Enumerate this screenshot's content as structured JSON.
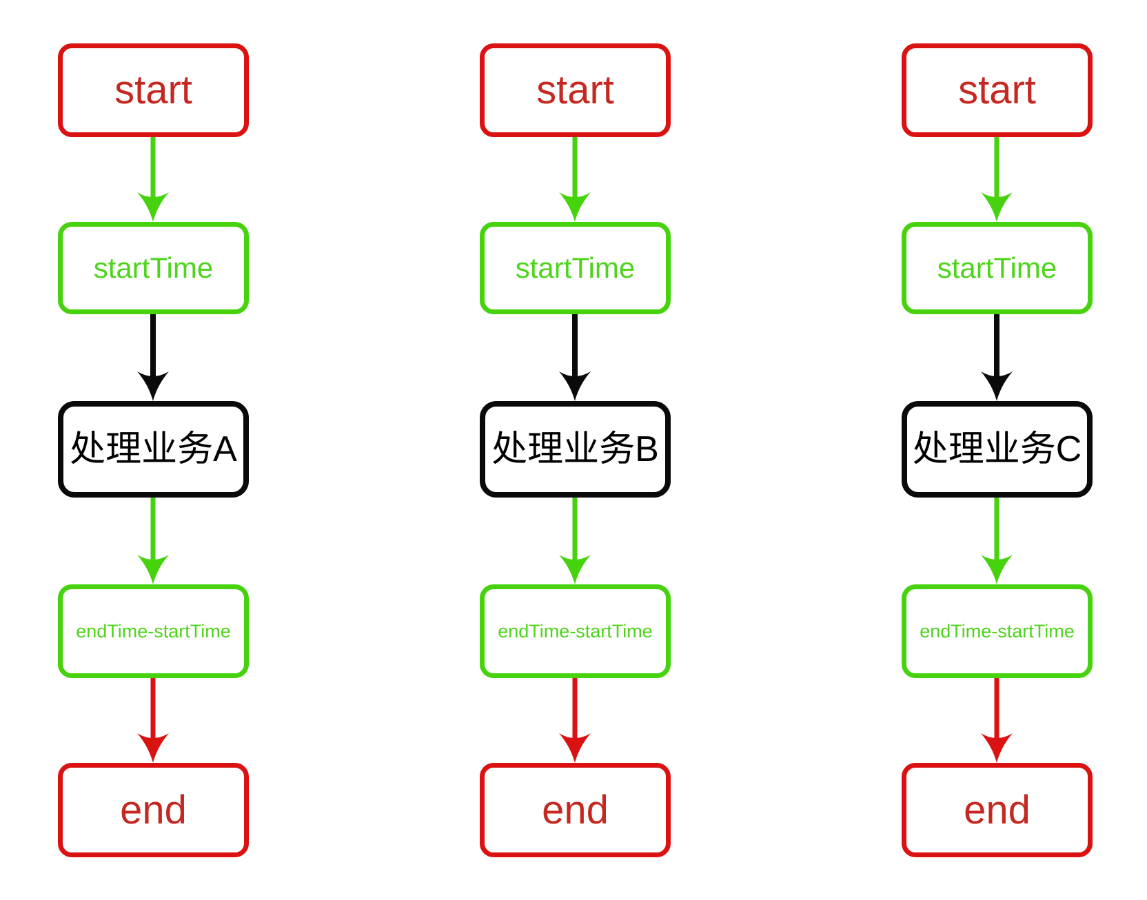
{
  "diagram": {
    "type": "flowchart",
    "background": "#ffffff",
    "colors": {
      "red-border": "#db1212",
      "red-text": "#c52721",
      "green-border": "#46d30e",
      "green-text": "#4ed41c",
      "black": "#0a0a0a"
    },
    "columns": [
      {
        "name": "flow-a",
        "nodes": [
          {
            "id": "start",
            "label": "start",
            "shape": "rounded-rect",
            "color": "red"
          },
          {
            "id": "startTime",
            "label": "startTime",
            "shape": "rounded-rect",
            "color": "green"
          },
          {
            "id": "process",
            "label": "处理业务A",
            "shape": "rounded-rect",
            "color": "black"
          },
          {
            "id": "duration",
            "label": "endTime-startTime",
            "shape": "rounded-rect",
            "color": "green"
          },
          {
            "id": "end",
            "label": "end",
            "shape": "rounded-rect",
            "color": "red"
          }
        ],
        "edges": [
          {
            "from": "start",
            "to": "startTime",
            "color": "green"
          },
          {
            "from": "startTime",
            "to": "process",
            "color": "black"
          },
          {
            "from": "process",
            "to": "duration",
            "color": "green"
          },
          {
            "from": "duration",
            "to": "end",
            "color": "red"
          }
        ]
      },
      {
        "name": "flow-b",
        "nodes": [
          {
            "id": "start",
            "label": "start",
            "shape": "rounded-rect",
            "color": "red"
          },
          {
            "id": "startTime",
            "label": "startTime",
            "shape": "rounded-rect",
            "color": "green"
          },
          {
            "id": "process",
            "label": "处理业务B",
            "shape": "rounded-rect",
            "color": "black"
          },
          {
            "id": "duration",
            "label": "endTime-startTime",
            "shape": "rounded-rect",
            "color": "green"
          },
          {
            "id": "end",
            "label": "end",
            "shape": "rounded-rect",
            "color": "red"
          }
        ],
        "edges": [
          {
            "from": "start",
            "to": "startTime",
            "color": "green"
          },
          {
            "from": "startTime",
            "to": "process",
            "color": "black"
          },
          {
            "from": "process",
            "to": "duration",
            "color": "green"
          },
          {
            "from": "duration",
            "to": "end",
            "color": "red"
          }
        ]
      },
      {
        "name": "flow-c",
        "nodes": [
          {
            "id": "start",
            "label": "start",
            "shape": "rounded-rect",
            "color": "red"
          },
          {
            "id": "startTime",
            "label": "startTime",
            "shape": "rounded-rect",
            "color": "green"
          },
          {
            "id": "process",
            "label": "处理业务C",
            "shape": "rounded-rect",
            "color": "black"
          },
          {
            "id": "duration",
            "label": "endTime-startTime",
            "shape": "rounded-rect",
            "color": "green"
          },
          {
            "id": "end",
            "label": "end",
            "shape": "rounded-rect",
            "color": "red"
          }
        ],
        "edges": [
          {
            "from": "start",
            "to": "startTime",
            "color": "green"
          },
          {
            "from": "startTime",
            "to": "process",
            "color": "black"
          },
          {
            "from": "process",
            "to": "duration",
            "color": "green"
          },
          {
            "from": "duration",
            "to": "end",
            "color": "red"
          }
        ]
      }
    ]
  }
}
